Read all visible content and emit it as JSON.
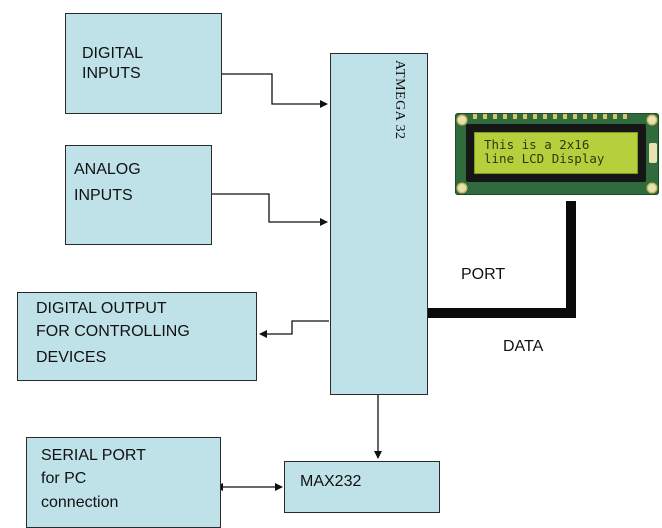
{
  "blocks": {
    "digital_inputs": [
      "DIGITAL",
      "INPUTS"
    ],
    "analog_inputs": [
      "ANALOG",
      "INPUTS"
    ],
    "digital_output": [
      "DIGITAL OUTPUT",
      "FOR CONTROLLING",
      "DEVICES"
    ],
    "serial_port": [
      "SERIAL PORT",
      "for PC",
      "connection"
    ],
    "max232": "MAX232",
    "microcontroller": "ATMEGA 32"
  },
  "lcd": {
    "line1": "This is a 2x16",
    "line2": "line LCD Display"
  },
  "labels": {
    "port": "PORT",
    "data": "DATA"
  },
  "colors": {
    "block_fill": "#bfe1e8",
    "line": "#111111",
    "lcd_screen": "#b6cf3c",
    "lcd_pcb": "#2f6b3c"
  }
}
